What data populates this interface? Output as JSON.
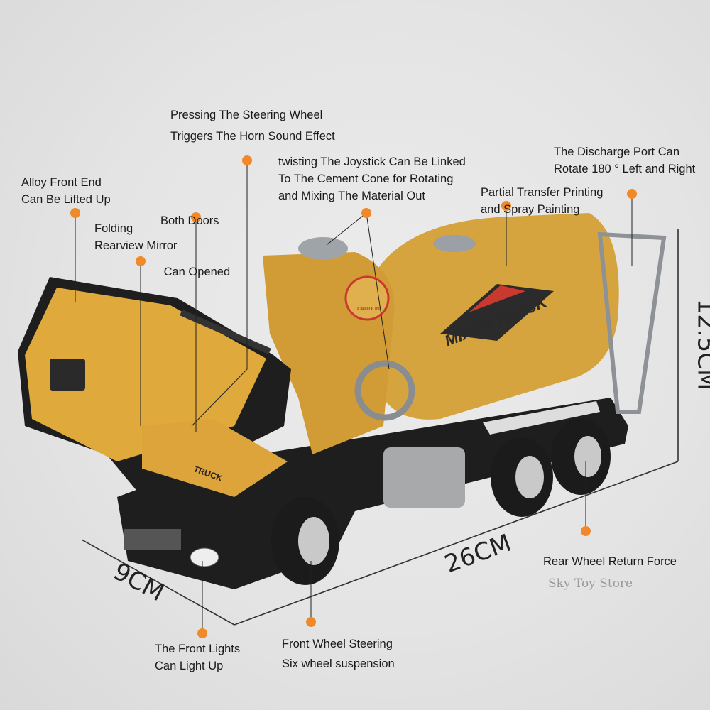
{
  "annotations": {
    "horn": [
      "Pressing The Steering Wheel",
      "Triggers The Horn Sound Effect"
    ],
    "joystick": [
      "twisting The Joystick Can Be Linked",
      "To The Cement Cone for Rotating",
      "and Mixing The Material Out"
    ],
    "discharge": [
      "The Discharge Port Can",
      "Rotate 180 ° Left and Right"
    ],
    "front_end": [
      "Alloy Front End",
      "Can Be Lifted Up"
    ],
    "doors": [
      "Both Doors",
      " Can Opened"
    ],
    "printing": [
      "Partial Transfer Printing",
      "and Spray Painting"
    ],
    "mirror": [
      "Folding",
      "Rearview Mirror"
    ],
    "rear_wheel": [
      "Rear Wheel Return Force"
    ],
    "front_lights": [
      "The Front Lights",
      "Can Light Up"
    ],
    "steering": [
      "Front Wheel Steering",
      "Six wheel suspension"
    ]
  },
  "dimensions": {
    "height": "12.5CM",
    "length": "26CM",
    "width": "9CM"
  },
  "truck_text": {
    "brand": "MIXER TRUCK",
    "caution": "CAUTION",
    "grille": "TRUCK"
  },
  "watermark": "Sky Toy Store",
  "colors": {
    "accent_dot": "#f0892a",
    "truck_body": "#d9a53a",
    "background": "#e6e6e6"
  }
}
